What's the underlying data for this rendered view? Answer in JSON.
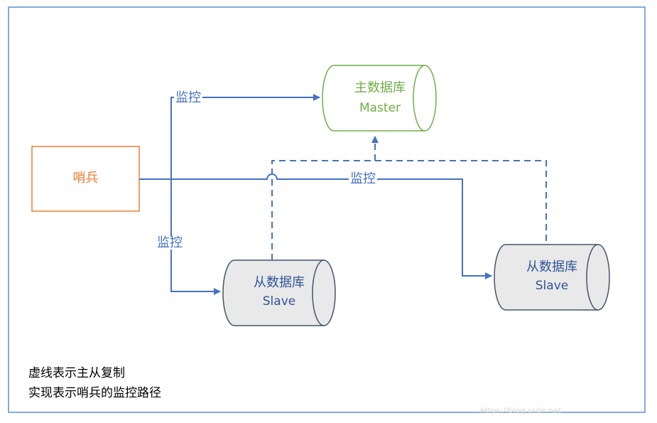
{
  "nodes": {
    "sentinel": {
      "label": "哨兵"
    },
    "master": {
      "title": "主数据库",
      "subtitle": "Master"
    },
    "slave1": {
      "title": "从数据库",
      "subtitle": "Slave"
    },
    "slave2": {
      "title": "从数据库",
      "subtitle": "Slave"
    }
  },
  "edges": {
    "monitor_master": {
      "label": "监控"
    },
    "monitor_slave1": {
      "label": "监控"
    },
    "monitor_slave2": {
      "label": "监控"
    }
  },
  "legend": {
    "line1": "虚线表示主从复制",
    "line2": "实现表示哨兵的监控路径"
  },
  "watermark": "https://blog.csdn.net",
  "colors": {
    "frame_border": "#5a8fd0",
    "monitor_line": "#4472c4",
    "master_stroke": "#70ad47",
    "master_text": "#70ad47",
    "sentinel_stroke": "#ed7d31",
    "sentinel_text": "#ed7d31",
    "slave_fill": "#e9e9e9",
    "slave_stroke": "#44546a",
    "slave_text": "#2f5597"
  }
}
